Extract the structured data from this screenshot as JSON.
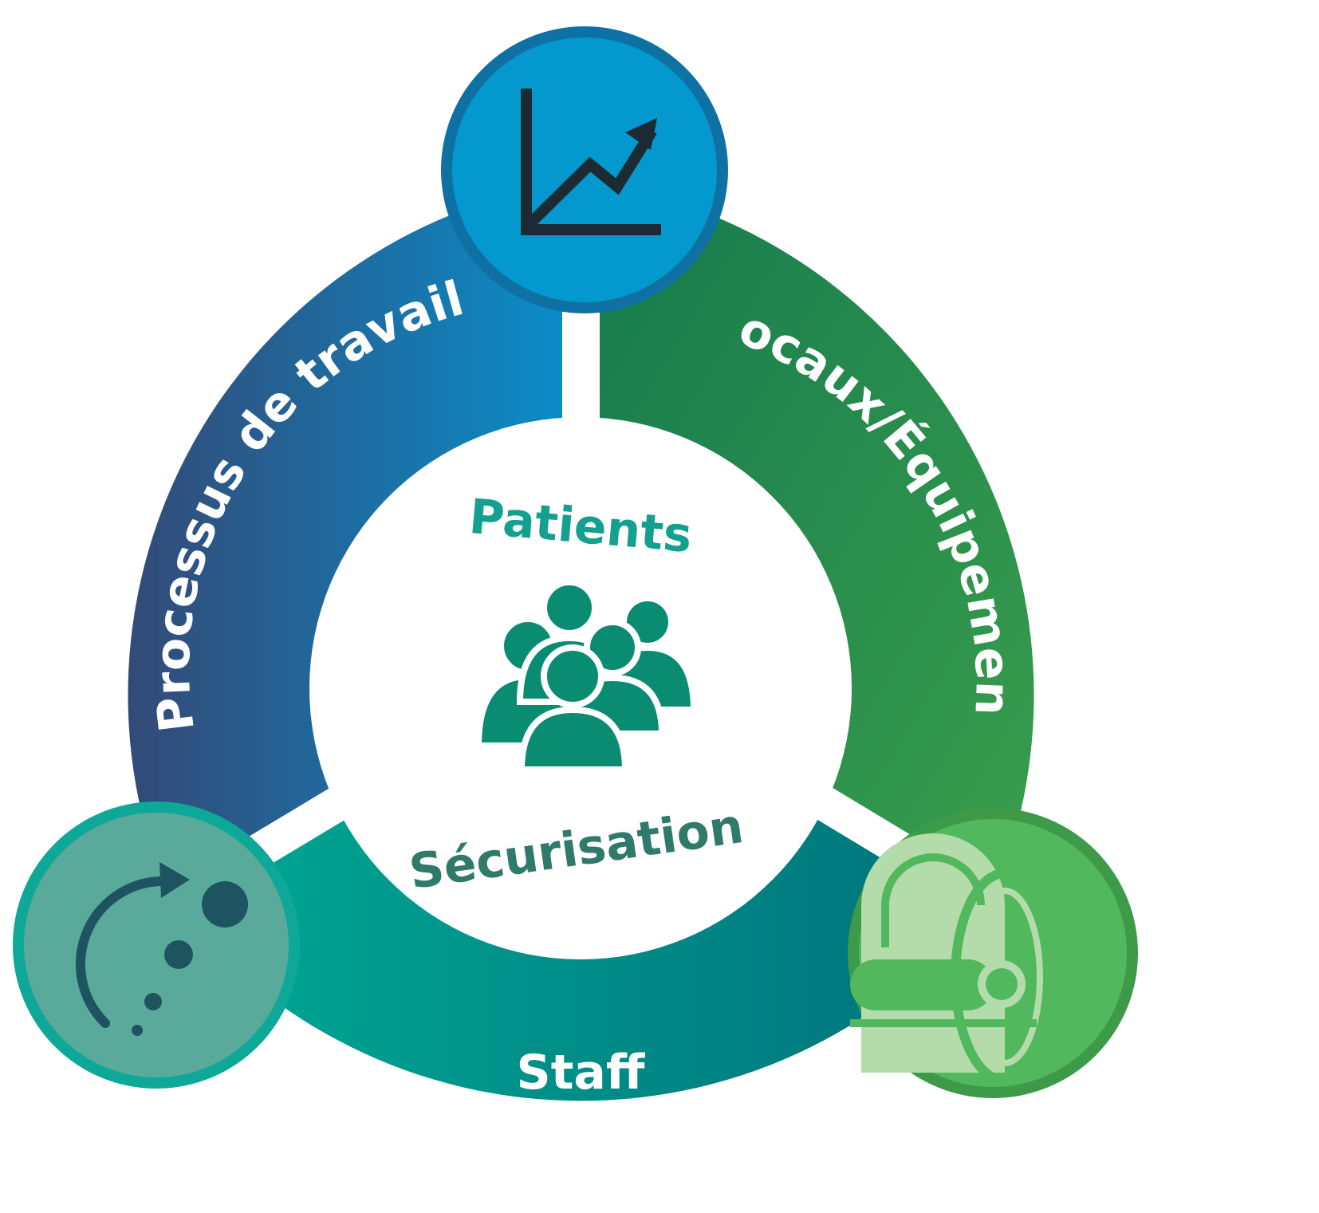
{
  "segments": {
    "left": {
      "label": "Processus de travail"
    },
    "right": {
      "label": "Locaux/Équipement"
    },
    "bottom": {
      "label": "Staff"
    }
  },
  "center": {
    "top_label": "Patients",
    "bottom_label": "Sécurisation"
  },
  "nodes": {
    "top": {
      "icon": "growth-chart-icon"
    },
    "left": {
      "icon": "cycle-arrow-dots-icon"
    },
    "right": {
      "icon": "mri-scanner-icon"
    }
  },
  "colors": {
    "left_start": "#334A77",
    "left_end": "#0A8CC7",
    "right_start": "#157A4F",
    "right_end": "#3A9E4C",
    "bottom_start": "#00AA95",
    "bottom_end": "#00707A",
    "top_node": "#0399CE",
    "left_node": "#5AAA9C",
    "right_node": "#52B85E",
    "center_top_text": "#13A08E",
    "center_bottom_text": "#2F7A6B",
    "people": "#0A8C73"
  }
}
